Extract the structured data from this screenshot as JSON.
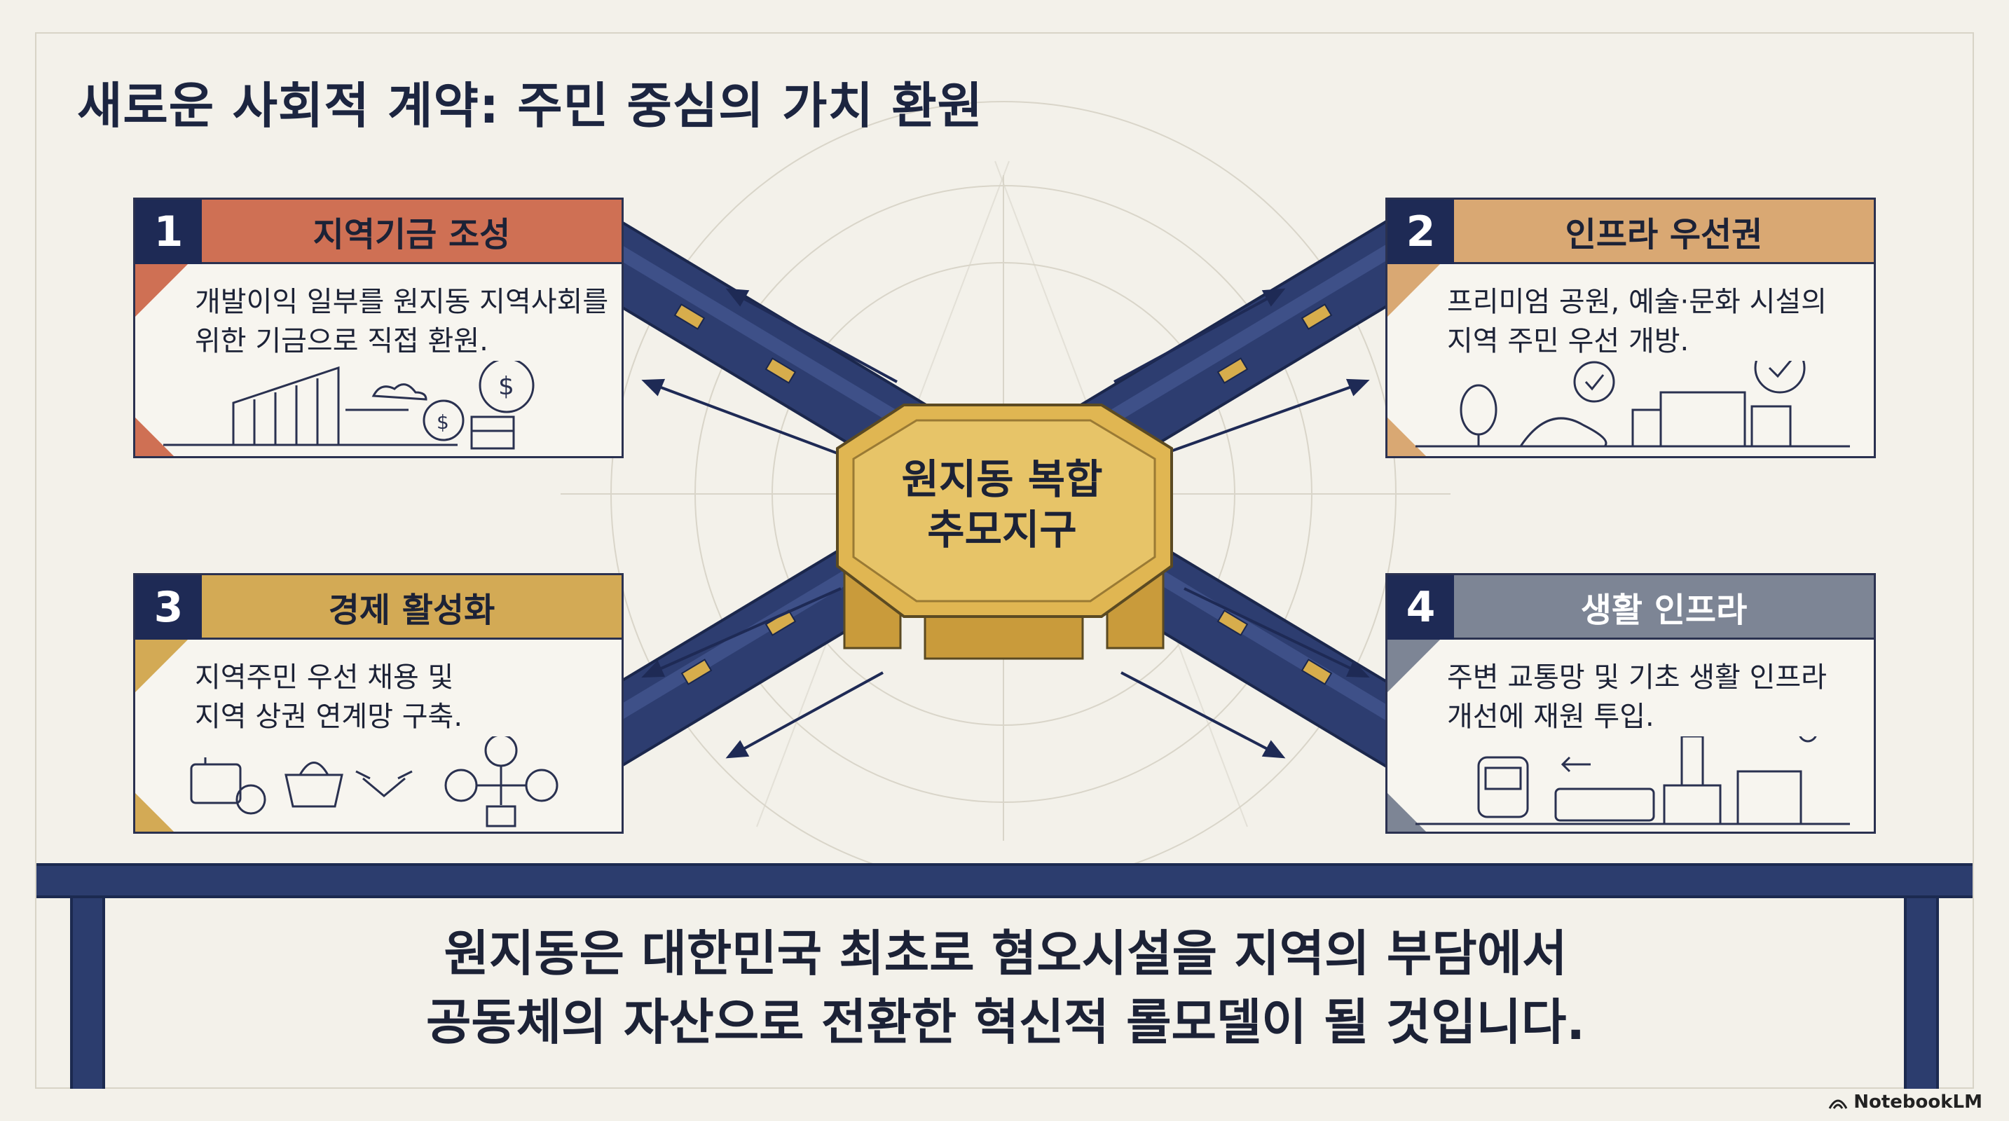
{
  "title": "새로운 사회적 계약: 주민 중심의 가치 환원",
  "hub": {
    "line1": "원지동 복합",
    "line2": "추모지구"
  },
  "cards": [
    {
      "num": "1",
      "heading": "지역기금 조성",
      "line1": "개발이익 일부를 원지동 지역사회를",
      "line2": "위한 기금으로 직접 환원.",
      "color": "#cf7054"
    },
    {
      "num": "2",
      "heading": "인프라 우선권",
      "line1": "프리미엄 공원, 예술·문화 시설의",
      "line2": "지역 주민 우선 개방.",
      "color": "#d9a873"
    },
    {
      "num": "3",
      "heading": "경제 활성화",
      "line1": "지역주민 우선 채용 및",
      "line2": "지역 상권 연계망 구축.",
      "color": "#d3aa55"
    },
    {
      "num": "4",
      "heading": "생활 인프라",
      "line1": "주변 교통망 및 기초 생활 인프라",
      "line2": "개선에 재원 투입.",
      "color": "#7d8595"
    }
  ],
  "conclusion": {
    "line1": "원지동은 대한민국 최초로 혐오시설을 지역의 부담에서",
    "line2": "공동체의 자산으로 전환한 혁신적 롤모델이 될 것입니다."
  },
  "logo": "NotebookLM"
}
